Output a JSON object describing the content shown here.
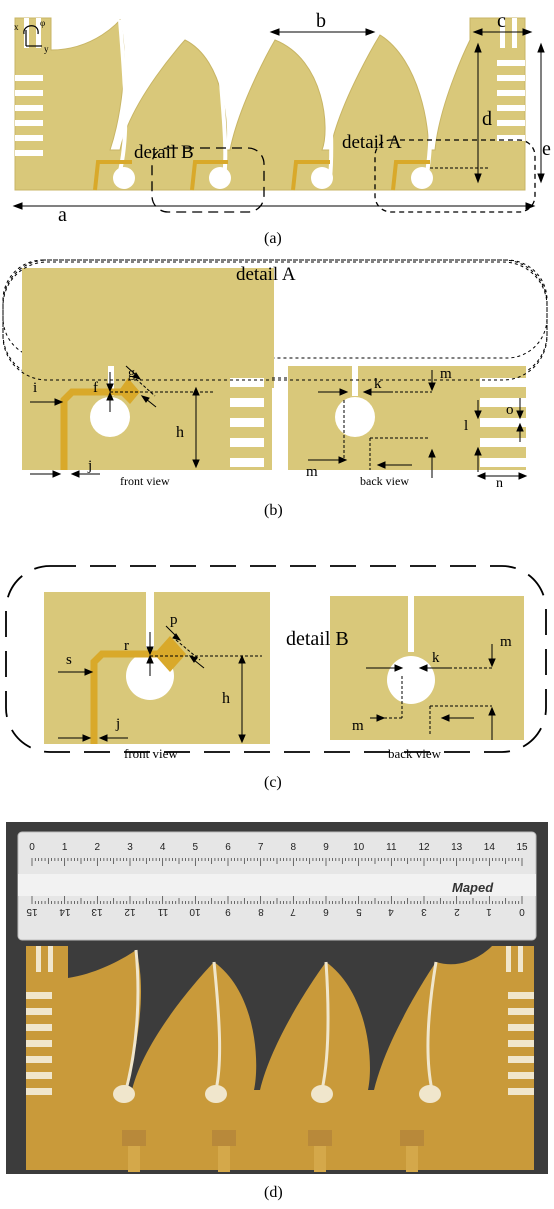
{
  "panel_a": {
    "caption": "(a)",
    "coord_x": "x",
    "coord_phi": "φ",
    "coord_y": "y",
    "dim_a": "a",
    "dim_b": "b",
    "dim_c": "c",
    "dim_d": "d",
    "dim_e": "e",
    "detail_a": "detail A",
    "detail_b": "detail B"
  },
  "panel_b": {
    "caption": "(b)",
    "title": "detail A",
    "front_view": "front view",
    "back_view": "back view",
    "g": "g",
    "f": "f",
    "i": "i",
    "h": "h",
    "j": "j",
    "k": "k",
    "m1": "m",
    "m2": "m",
    "l": "l",
    "o": "o",
    "n": "n"
  },
  "panel_c": {
    "caption": "(c)",
    "title": "detail B",
    "front_view": "front view",
    "back_view": "back view",
    "p": "p",
    "r": "r",
    "s": "s",
    "h": "h",
    "j": "j",
    "k": "k",
    "m1": "m",
    "m2": "m"
  },
  "panel_d": {
    "caption": "(d)",
    "ruler_brand": "Maped",
    "ruler_top_numbers": [
      "0",
      "1",
      "2",
      "3",
      "4",
      "5",
      "6",
      "7",
      "8",
      "9",
      "10",
      "11",
      "12",
      "13",
      "14",
      "15"
    ],
    "ruler_bottom_numbers": [
      "15",
      "14",
      "13",
      "12",
      "11",
      "10",
      "9",
      "8",
      "7",
      "6",
      "5",
      "4",
      "3",
      "2",
      "1",
      "0"
    ]
  },
  "colors": {
    "board": "#d9c87a",
    "board_edge": "#c8b565",
    "feed": "#d9a92a",
    "photo_bg": "#3a3a3a",
    "photo_board": "#c99a3a"
  }
}
